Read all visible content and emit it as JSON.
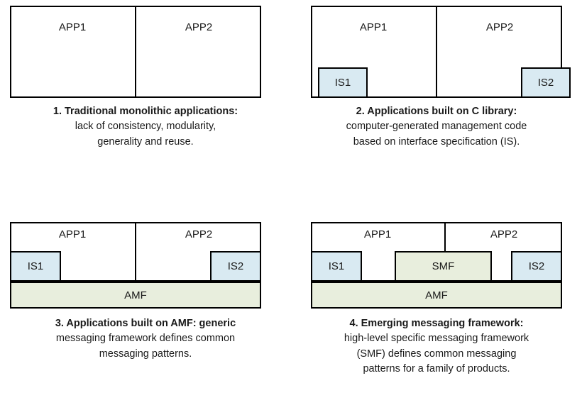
{
  "colors": {
    "interface_spec_fill": "#d9eaf2",
    "framework_fill": "#e8eedd",
    "stroke": "#000000",
    "background": "#ffffff",
    "text": "#1a1a1a"
  },
  "labels": {
    "app1": "APP1",
    "app2": "APP2",
    "is1": "IS1",
    "is2": "IS2",
    "smf": "SMF",
    "amf": "AMF"
  },
  "panels": [
    {
      "id": "panel-1",
      "number": "1.",
      "title": "1. Traditional monolithic applications:",
      "body": "lack of consistency, modularity, generality and reuse.",
      "caption_lines": [
        "1. Traditional  monolithic applications:",
        "lack of consistency,  modularity,",
        "generality and reuse."
      ],
      "blocks": [
        "APP1",
        "APP2"
      ]
    },
    {
      "id": "panel-2",
      "number": "2.",
      "title": "2. Applications built on C library:",
      "body": "computer-generated management code based on interface specification (IS).",
      "caption_lines": [
        "2. Applications built on C library:",
        "computer-generated  management code",
        "based on interface specification (IS)."
      ],
      "blocks": [
        "APP1",
        "APP2",
        "IS1",
        "IS2"
      ]
    },
    {
      "id": "panel-3",
      "number": "3.",
      "title": "3. Applications built on AMF:",
      "body": "generic messaging framework defines common messaging patterns.",
      "caption_lines": [
        "3. Applications built on AMF: generic",
        "messaging framework defines common",
        "messaging patterns."
      ],
      "blocks": [
        "APP1",
        "APP2",
        "IS1",
        "IS2",
        "AMF"
      ]
    },
    {
      "id": "panel-4",
      "number": "4.",
      "title": "4. Emerging messaging framework:",
      "body": "high-level specific messaging framework (SMF) defines common messaging patterns for a family of products.",
      "caption_lines": [
        "4. Emerging messaging  framework:",
        "high-level specific messaging framework",
        "(SMF) defines common messaging",
        "patterns for a family of products."
      ],
      "blocks": [
        "APP1",
        "APP2",
        "IS1",
        "IS2",
        "SMF",
        "AMF"
      ]
    }
  ]
}
